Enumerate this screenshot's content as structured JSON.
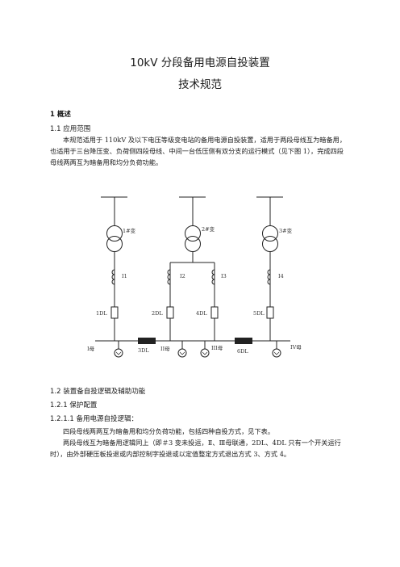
{
  "doc": {
    "title_line1": "10kV 分段备用电源自投装置",
    "title_line2": "技术规范",
    "s1_heading": "1 概述",
    "s1_1_heading": "1.1 应用范围",
    "s1_1_para": "本规范适用于 110kV 及以下电压等级变电站的备用电源自投装置，适用于两段母线互为暗备用，也适用于三台降压变、负荷侧四段母线、中间一台低压侧有双分支的运行模式（见下图 1），完成四段母线两两互为暗备用和均分负荷功能。",
    "s1_2_heading": "1.2 装置备自投逻辑及辅助功能",
    "s1_2_1_heading": "1.2.1 保护配置",
    "s1_2_1_1_heading": "1.2.1.1 备用电源自投逻辑：",
    "p2_line1": "四段母线两两互为暗备用和均分负荷功能，包括四种自投方式，见下表。",
    "p3": "两段母线互为暗备用逻辑同上（即＃3 变未投运，Ⅱ、Ⅲ母联通，2DL、4DL 只有一个开关运行时），由外部硬压板投退或内部控制字投退或以定值整定方式退出方式 3、方式 4。"
  },
  "diagram": {
    "transformers": [
      "1#变",
      "2#变",
      "3#变"
    ],
    "cts": [
      "I1",
      "I2",
      "I3",
      "I4"
    ],
    "breakers": [
      "1DL",
      "2DL",
      "4DL",
      "5DL"
    ],
    "bus_ties": [
      "3DL",
      "6DL"
    ],
    "buses": [
      "I母",
      "II母",
      "III母",
      "IV母"
    ]
  }
}
